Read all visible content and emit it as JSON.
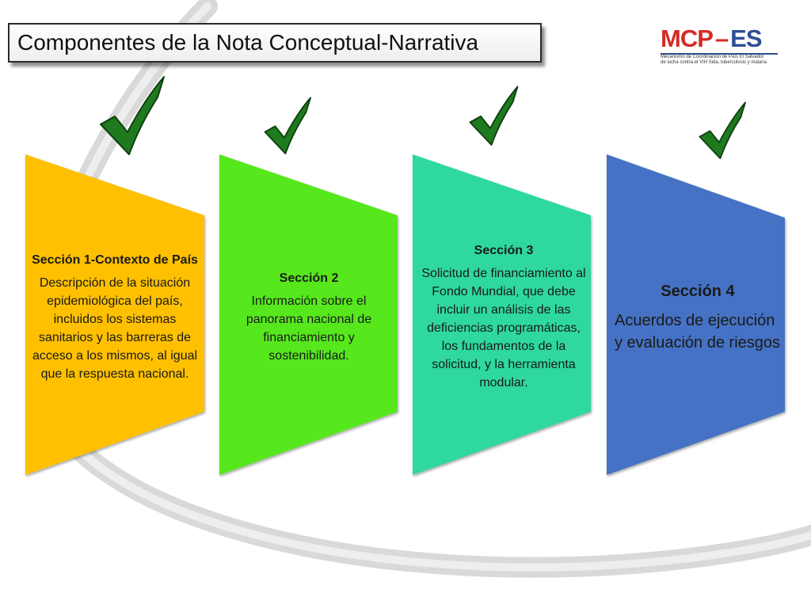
{
  "title": "Componentes de la Nota Conceptual-Narrativa",
  "logo": {
    "part1": "MCP",
    "part2": "ES",
    "subtitle_line1": "Mecanismo de Coordinación de País El Salvador",
    "subtitle_line2": "de lucha contra el VIH Sida, tuberculosis y malaria"
  },
  "colors": {
    "section1": "#fec003",
    "section2": "#57e81e",
    "section3": "#2ed8a0",
    "section4": "#4472c4",
    "checkmark": "#1f7a1f"
  },
  "sections": [
    {
      "heading": "Sección 1-Contexto de País",
      "body": "Descripción de la situación epidemiológica del país, incluidos los sistemas sanitarios y las barreras de acceso a los mismos, al igual que la respuesta nacional."
    },
    {
      "heading": "Sección 2",
      "body": "Información sobre el panorama nacional de financiamiento y sostenibilidad."
    },
    {
      "heading": "Sección 3",
      "body": "Solicitud de financiamiento al Fondo Mundial, que debe incluir un análisis de las deficiencias programáticas, los fundamentos de la solicitud, y la herramienta modular."
    },
    {
      "heading": "Sección 4",
      "body": "Acuerdos de ejecución y evaluación de riesgos"
    }
  ]
}
